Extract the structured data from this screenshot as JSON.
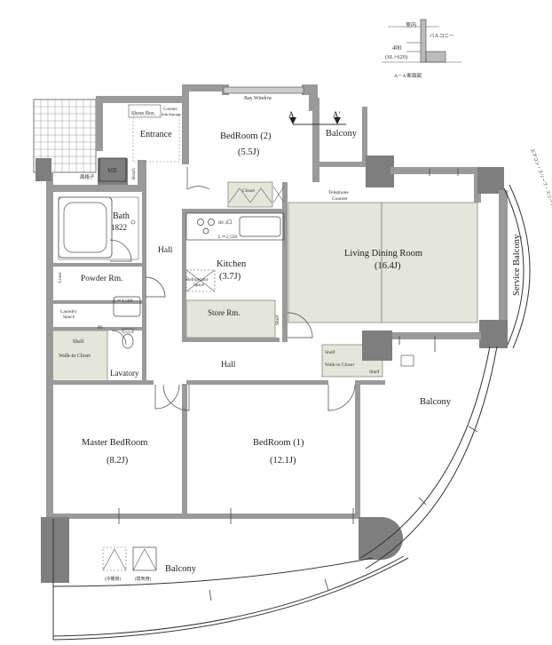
{
  "section": {
    "indoor": "室内",
    "balcony": "バルコニー",
    "height": "400",
    "sl": "(SL+620)",
    "caption": "A－A'断面図"
  },
  "rooms": {
    "bedroom2": "BedRoom (2)",
    "bedroom2_size": "(5.5J)",
    "balcony_top": "Balcony",
    "living": "Living Dining Room",
    "living_size": "(16.4J)",
    "service_balcony": "Service Balcony",
    "kitchen": "Kitchen",
    "kitchen_size": "(3.7J)",
    "store": "Store Rm.",
    "entrance": "Entrance",
    "bath": "Bath",
    "bath_size": "1822",
    "powder": "Powder Rm.",
    "lavatory": "Lavatory",
    "hall_upper": "Hall",
    "hall_lower": "Hall",
    "master": "Master BedRoom",
    "master_size": "(8.2J)",
    "bedroom1": "BedRoom (1)",
    "bedroom1_size": "(12.1J)",
    "balcony_right": "Balcony",
    "balcony_bottom": "Balcony"
  },
  "small_labels": {
    "shoes_box": "Shoes Box",
    "counter1": "Counter",
    "counter2": "Sub Storage",
    "mb": "MB",
    "bench": "Bench",
    "gate": "面格子",
    "bay_window": "Bay Window",
    "closet": "Closet",
    "telephone1": "Telephone",
    "telephone2": "Counter",
    "fridge1": "Refrigerator",
    "fridge2": "Space",
    "stove": "IH 3口",
    "counter_length": "L＝2,550",
    "linen": "Linen",
    "laundry1": "Laundry",
    "laundry2": "Space",
    "sink_length": "L＝1,500",
    "ps": "PS",
    "shelf_wic": "Shelf",
    "wic": "Walk-in Closet",
    "shelf_store": "Shelf",
    "shelf_living": "Shelf",
    "wic_living": "Walk-in Closet",
    "shelf_living2": "Shelf",
    "section_a": "A",
    "section_a2": "A'",
    "outdoor_unit1": "(冷暖房)",
    "outdoor_unit2": "(換気用)",
    "service_note": "エアコン・スリーブ・スリーブ用"
  }
}
